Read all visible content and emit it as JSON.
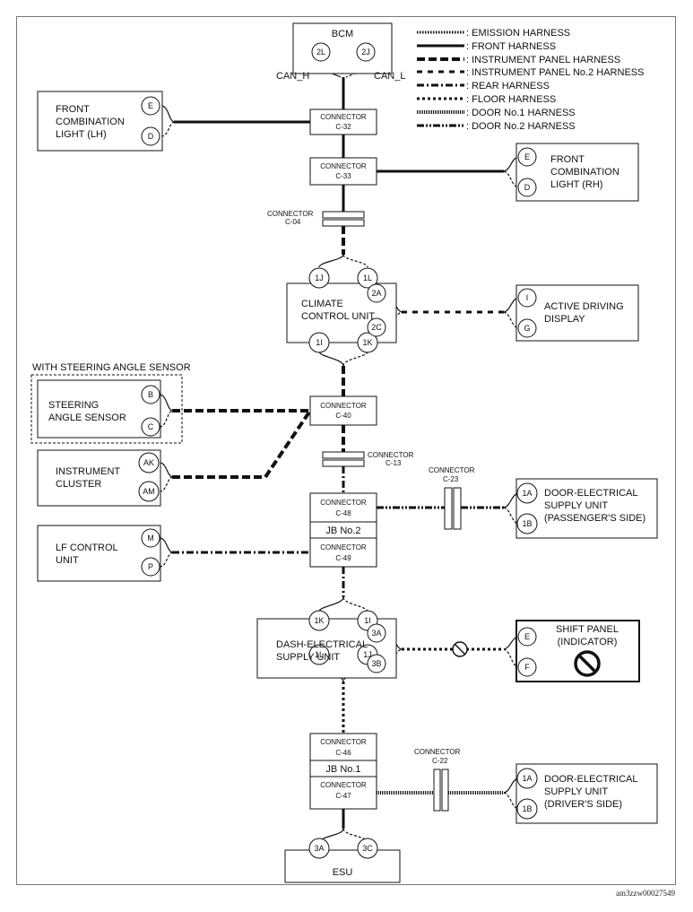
{
  "legend": [
    {
      "style": "emission",
      "label": ": EMISSION HARNESS"
    },
    {
      "style": "front",
      "label": ": FRONT HARNESS"
    },
    {
      "style": "ip",
      "label": ": INSTRUMENT PANEL HARNESS"
    },
    {
      "style": "ip2",
      "label": ": INSTRUMENT PANEL No.2 HARNESS"
    },
    {
      "style": "rear",
      "label": ": REAR HARNESS"
    },
    {
      "style": "floor",
      "label": ": FLOOR HARNESS"
    },
    {
      "style": "door1",
      "label": ": DOOR No.1 HARNESS"
    },
    {
      "style": "door2",
      "label": ": DOOR No.2 HARNESS"
    }
  ],
  "bcm": {
    "name": "BCM",
    "pin_left": "2L",
    "pin_right": "2J",
    "can_h": "CAN_H",
    "can_l": "CAN_L"
  },
  "front_light_lh": {
    "line1": "FRONT",
    "line2": "COMBINATION",
    "line3": "LIGHT (LH)",
    "pin1": "E",
    "pin2": "D"
  },
  "front_light_rh": {
    "line1": "FRONT",
    "line2": "COMBINATION",
    "line3": "LIGHT (RH)",
    "pin1": "E",
    "pin2": "D"
  },
  "connectors": {
    "c32": {
      "label": "CONNECTOR",
      "code": "C-32"
    },
    "c33": {
      "label": "CONNECTOR",
      "code": "C-33"
    },
    "c04": {
      "label": "CONNECTOR",
      "code": "C-04"
    },
    "c40": {
      "label": "CONNECTOR",
      "code": "C-40"
    },
    "c13": {
      "label": "CONNECTOR",
      "code": "C-13"
    },
    "c23": {
      "label": "CONNECTOR",
      "code": "C-23"
    },
    "c48": {
      "label": "CONNECTOR",
      "code": "C-48"
    },
    "c49": {
      "label": "CONNECTOR",
      "code": "C-49"
    },
    "c46": {
      "label": "CONNECTOR",
      "code": "C-46"
    },
    "c47": {
      "label": "CONNECTOR",
      "code": "C-47"
    },
    "c22": {
      "label": "CONNECTOR",
      "code": "C-22"
    }
  },
  "climate": {
    "line1": "CLIMATE",
    "line2": "CONTROL UNIT",
    "pin_1j": "1J",
    "pin_1l": "1L",
    "pin_1i": "1I",
    "pin_1k": "1K",
    "pin_2a": "2A",
    "pin_2c": "2C"
  },
  "active_display": {
    "line1": "ACTIVE DRIVING",
    "line2": "DISPLAY",
    "pin1": "I",
    "pin2": "G"
  },
  "steering_option": {
    "label": "WITH STEERING ANGLE SENSOR"
  },
  "steering": {
    "line1": "STEERING",
    "line2": "ANGLE SENSOR",
    "pin1": "B",
    "pin2": "C"
  },
  "cluster": {
    "line1": "INSTRUMENT",
    "line2": "CLUSTER",
    "pin1": "AK",
    "pin2": "AM"
  },
  "jb2": {
    "name": "JB No.2"
  },
  "door_pass": {
    "line1": "DOOR-ELECTRICAL",
    "line2": "SUPPLY UNIT",
    "line3": "(PASSENGER'S SIDE)",
    "pin1": "1A",
    "pin2": "1B"
  },
  "lf": {
    "line1": "LF CONTROL",
    "line2": "UNIT",
    "pin1": "M",
    "pin2": "P"
  },
  "dash": {
    "line1": "DASH-ELECTRICAL",
    "line2": "SUPPLY UNIT",
    "pin_1k": "1K",
    "pin_1i": "1I",
    "pin_1l": "1L",
    "pin_1j": "1J",
    "pin_3a": "3A",
    "pin_3b": "3B"
  },
  "shift": {
    "line1": "SHIFT PANEL",
    "line2": "(INDICATOR)",
    "pin1": "E",
    "pin2": "F"
  },
  "jb1": {
    "name": "JB No.1"
  },
  "door_drv": {
    "line1": "DOOR-ELECTRICAL",
    "line2": "SUPPLY UNIT",
    "line3": "(DRIVER'S SIDE)",
    "pin1": "1A",
    "pin2": "1B"
  },
  "esu": {
    "name": "ESU",
    "pin_left": "3A",
    "pin_right": "3C"
  },
  "figure_code": "am3zzw00027549"
}
